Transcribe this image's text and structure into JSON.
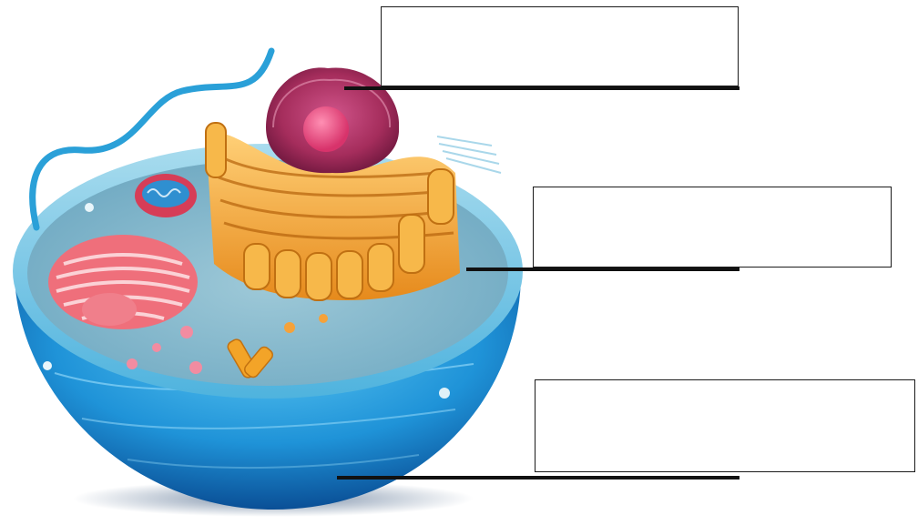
{
  "diagram": {
    "subject": "animal-cell-cutaway",
    "colors": {
      "cytoplasm_top": "#7fb9cf",
      "cell_wall_outer": "#1e8fd6",
      "cell_wall_dark": "#0b5fa8",
      "golgi_orange": "#f2a530",
      "nucleus_magenta": "#b23a68",
      "nucleolus_pink": "#e84d7d",
      "mitochondria_red": "#e25763",
      "flagellum_blue": "#2aa0d8",
      "leader_line": "#111111",
      "box_border": "#1a1a1a"
    },
    "labels": [
      {
        "id": "label-1",
        "text": "",
        "points_to": "nucleus"
      },
      {
        "id": "label-2",
        "text": "",
        "points_to": "cytoplasm"
      },
      {
        "id": "label-3",
        "text": "",
        "points_to": "cell-membrane"
      }
    ]
  }
}
